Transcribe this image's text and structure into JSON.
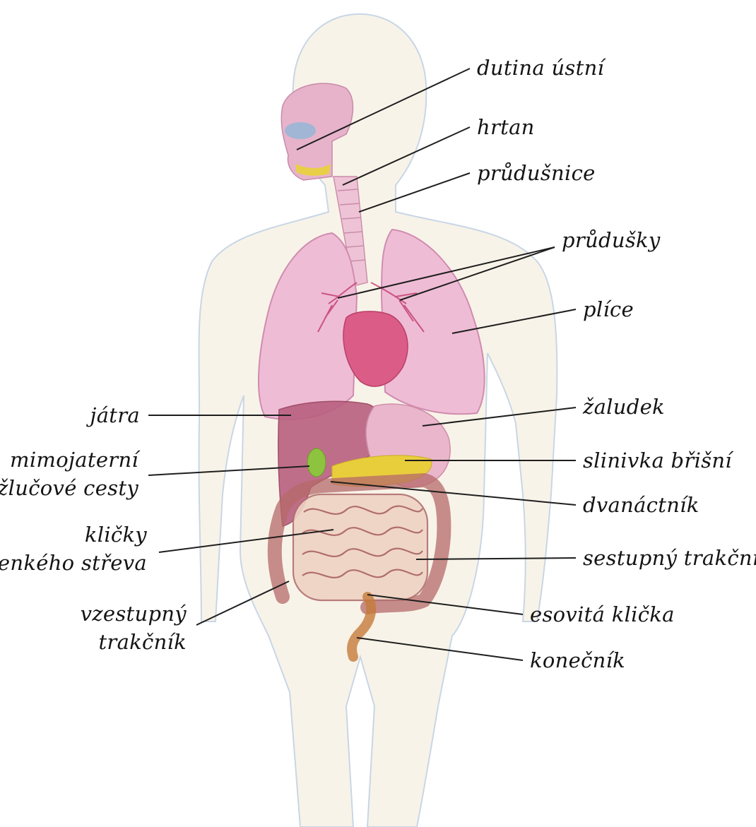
{
  "labels": {
    "oral_cavity": "dutina ústní",
    "larynx": "hrtan",
    "trachea": "průdušnice",
    "bronchi": "průdušky",
    "lungs": "plíce",
    "stomach": "žaludek",
    "pancreas": "slinivka břišní",
    "duodenum": "dvanáctník",
    "descending_colon": "sestupný trakčník",
    "sigmoid": "esovitá klička",
    "rectum": "konečník",
    "liver": "játra",
    "bile_ducts_1": "mimojaterní",
    "bile_ducts_2": "žlučové cesty",
    "small_intestine_1": "kličky",
    "small_intestine_2": "tenkého střeva",
    "ascending_colon_1": "vzestupný",
    "ascending_colon_2": "trakčník"
  },
  "colors": {
    "body_outline": "#b9cde0",
    "body_fill": "#f6efe0",
    "head_organs": "#e8b4cc",
    "lungs": "#e9a8c8",
    "heart": "#d9557e",
    "liver": "#b85a7a",
    "stomach": "#e9b2c8",
    "pancreas": "#e8cc3a",
    "gallbladder": "#8cc23e",
    "intestine": "#b66a6a",
    "rectum": "#c77a3a",
    "leader_line": "#1e1e1e"
  }
}
